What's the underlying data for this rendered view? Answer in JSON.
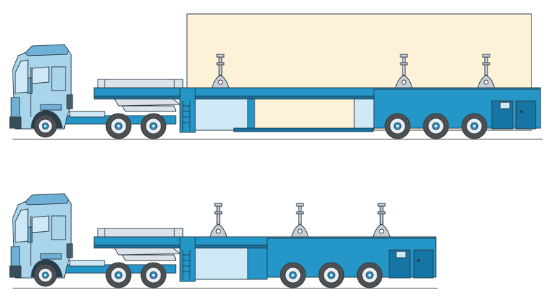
{
  "colors": {
    "background": "#ffffff",
    "cab": "#a9d4ea",
    "cab_dark": "#6fb1d6",
    "window": "#cfe8f6",
    "chassis": "#2596c8",
    "chassis_dark": "#1576a6",
    "panel_light": "#cfe9f7",
    "cargo": "#fdf2d8",
    "tire": "#4f4f4f",
    "rim": "#e9eef2",
    "hub": "#2c8fc4",
    "deck": "#dce3e8",
    "bracket": "#c9cfd4",
    "outline": "#2a3d4a",
    "ground": "#555555"
  },
  "units": [
    {
      "id": "loaded",
      "cargo_visible": true,
      "trailer_axles": 3
    },
    {
      "id": "empty",
      "cargo_visible": false,
      "trailer_axles": 3
    }
  ],
  "icons": {
    "cargo_load": "large-rectangular-load",
    "lashing_post": "lashing-post-icon",
    "wheel": "wheel-icon"
  }
}
